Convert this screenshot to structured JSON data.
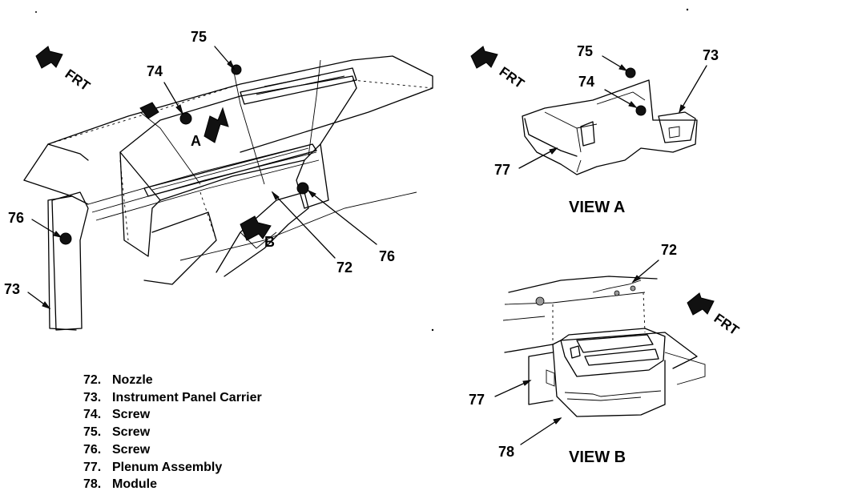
{
  "callouts": {
    "main": {
      "c75": "75",
      "c74": "74",
      "c76_left": "76",
      "c73": "73",
      "c72": "72",
      "c76_right": "76"
    },
    "view_a": {
      "c75": "75",
      "c74": "74",
      "c73": "73",
      "c77": "77"
    },
    "view_b": {
      "c72": "72",
      "c77": "77",
      "c78": "78"
    }
  },
  "view_letters": {
    "a": "A",
    "b": "B"
  },
  "direction_label": "FRT",
  "view_titles": {
    "a": "VIEW A",
    "b": "VIEW B"
  },
  "legend": [
    {
      "num": "72.",
      "label": "Nozzle"
    },
    {
      "num": "73.",
      "label": "Instrument Panel Carrier"
    },
    {
      "num": "74.",
      "label": "Screw"
    },
    {
      "num": "75.",
      "label": "Screw"
    },
    {
      "num": "76.",
      "label": "Screw"
    },
    {
      "num": "77.",
      "label": "Plenum Assembly"
    },
    {
      "num": "78.",
      "label": "Module"
    }
  ]
}
